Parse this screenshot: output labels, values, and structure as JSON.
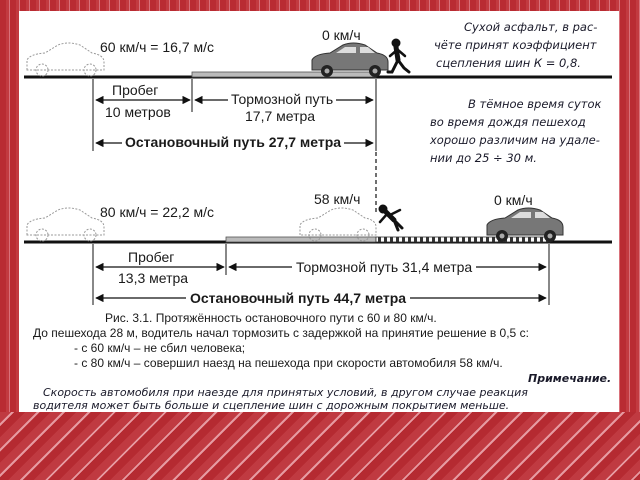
{
  "top": {
    "speed": "60 км/ч = 16,7 м/с",
    "end_speed": "0 км/ч",
    "reaction_label": "Пробег",
    "reaction_value": "10 метров",
    "braking_label": "Тормозной путь",
    "braking_value": "17,7 метра",
    "stopping": "Остановочный путь 27,7 метра"
  },
  "bottom": {
    "speed": "80 км/ч = 22,2 м/с",
    "impact_speed": "58 км/ч",
    "end_speed": "0 км/ч",
    "reaction_label": "Пробег",
    "reaction_value": "13,3 метра",
    "braking": "Тормозной путь 31,4 метра",
    "stopping": "Остановочный путь 44,7 метра"
  },
  "side_notes": {
    "asphalt": [
      "Сухой асфальт, в рас-",
      "чёте принят коэффициент",
      "сцепления шин К = 0,8."
    ],
    "night": [
      "В тёмное время суток",
      "во время дождя пешеход",
      "хорошо различим на удале-",
      "нии до 25 ÷ 30 м."
    ]
  },
  "caption": {
    "title": "Рис. 3.1. Протяжённость остановочного пути с 60 и 80 км/ч.",
    "line1": "До пешехода 28 м, водитель начал тормозить с задержкой на принятие решение в 0,5 с:",
    "line2": "- с 60 км/ч – не сбил человека;",
    "line3": "- с 80 км/ч – совершил наезд на пешехода при скорости автомобиля 58 км/ч.",
    "note_title": "Примечание.",
    "note_line1": "Скорость автомобиля при наезде для принятых условий, в другом случае реакция",
    "note_line2": "водителя может быть больше и сцепление шин с дорожным покрытием меньше."
  }
}
